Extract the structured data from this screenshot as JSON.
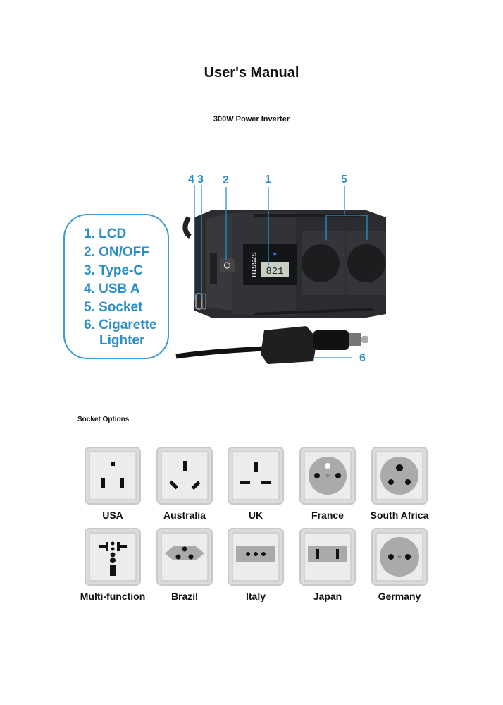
{
  "header": {
    "title": "User's Manual",
    "subtitle": "300W Power Inverter"
  },
  "diagram": {
    "legend": [
      "1. LCD",
      "2. ON/OFF",
      "3. Type-C",
      "4. USB A",
      "5. Socket",
      "6. Cigarette",
      "Lighter"
    ],
    "callouts": [
      "4",
      "3",
      "2",
      "1",
      "5",
      "6"
    ],
    "brand": "SZSSTH",
    "lcd_reading": "821",
    "accent_color": "#2b8fc7"
  },
  "socket_options": {
    "heading": "Socket Options",
    "items": [
      {
        "label": "USA",
        "type": "usa"
      },
      {
        "label": "Australia",
        "type": "australia"
      },
      {
        "label": "UK",
        "type": "uk"
      },
      {
        "label": "France",
        "type": "france"
      },
      {
        "label": "South Africa",
        "type": "southafrica"
      },
      {
        "label": "Multi-function",
        "type": "multi"
      },
      {
        "label": "Brazil",
        "type": "brazil"
      },
      {
        "label": "Italy",
        "type": "italy"
      },
      {
        "label": "Japan",
        "type": "japan"
      },
      {
        "label": "Germany",
        "type": "germany"
      }
    ]
  }
}
